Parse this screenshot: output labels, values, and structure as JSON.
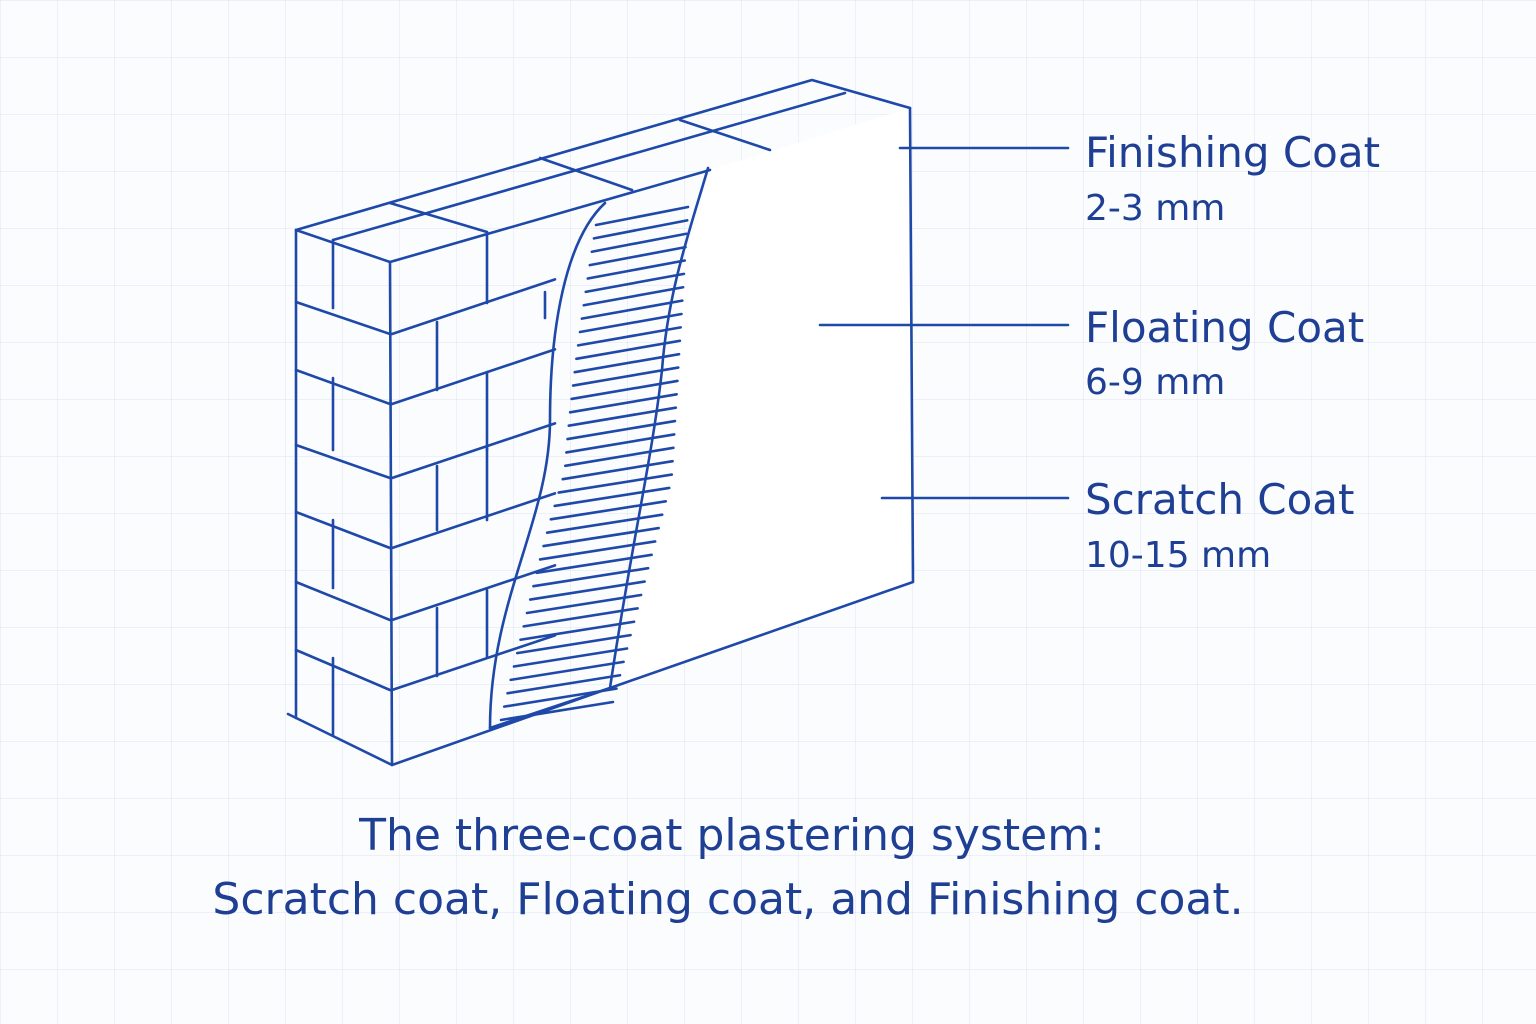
{
  "diagram": {
    "layers": [
      {
        "name": "Finishing Coat",
        "thickness": "2-3 mm"
      },
      {
        "name": "Floating Coat",
        "thickness": "6-9 mm"
      },
      {
        "name": "Scratch Coat",
        "thickness": "10-15 mm"
      }
    ],
    "caption": {
      "line1": "The three-coat plastering system:",
      "line2": "Scratch coat, Floating coat, and Finishing coat."
    }
  },
  "colors": {
    "ink": "#1e49a8",
    "text": "#1e3f94",
    "background": "#fbfcfe"
  }
}
